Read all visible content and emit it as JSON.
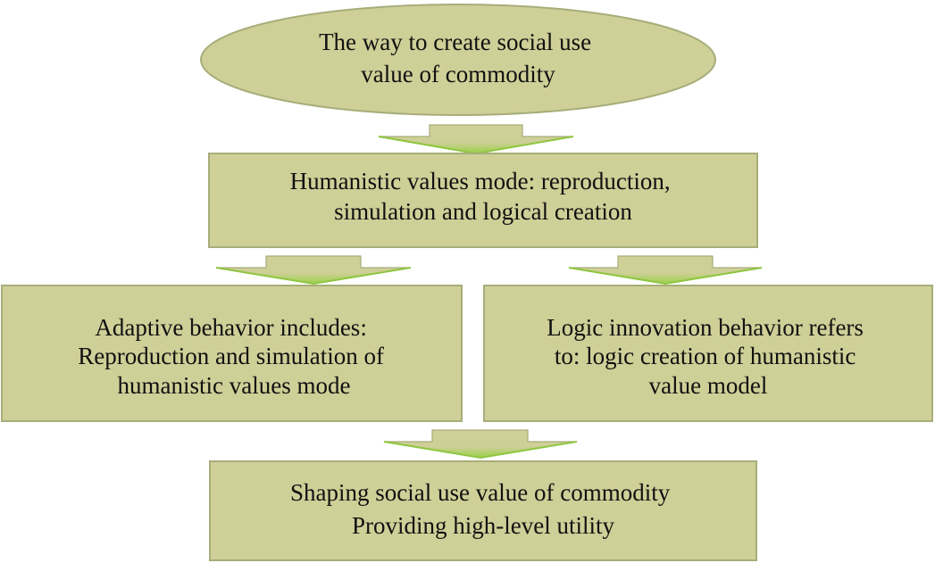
{
  "colors": {
    "fill": "#cfcf98",
    "stroke": "#a7ad7a",
    "arrow_fill": "#cfcf98",
    "arrow_edge": "#8ec63f",
    "text": "#111111"
  },
  "nodes": {
    "top": {
      "lines": [
        "The way to create social use",
        "value of commodity"
      ]
    },
    "mode": {
      "lines": [
        "Humanistic values mode: reproduction,",
        "simulation and logical creation"
      ]
    },
    "adaptive": {
      "lines": [
        "Adaptive behavior includes:",
        "Reproduction and simulation of",
        "humanistic values mode"
      ]
    },
    "logic": {
      "lines": [
        "Logic innovation behavior refers",
        "to: logic creation of humanistic",
        "value model"
      ]
    },
    "result": {
      "lines": [
        "Shaping social use value of commodity",
        "Providing high-level utility"
      ]
    }
  }
}
